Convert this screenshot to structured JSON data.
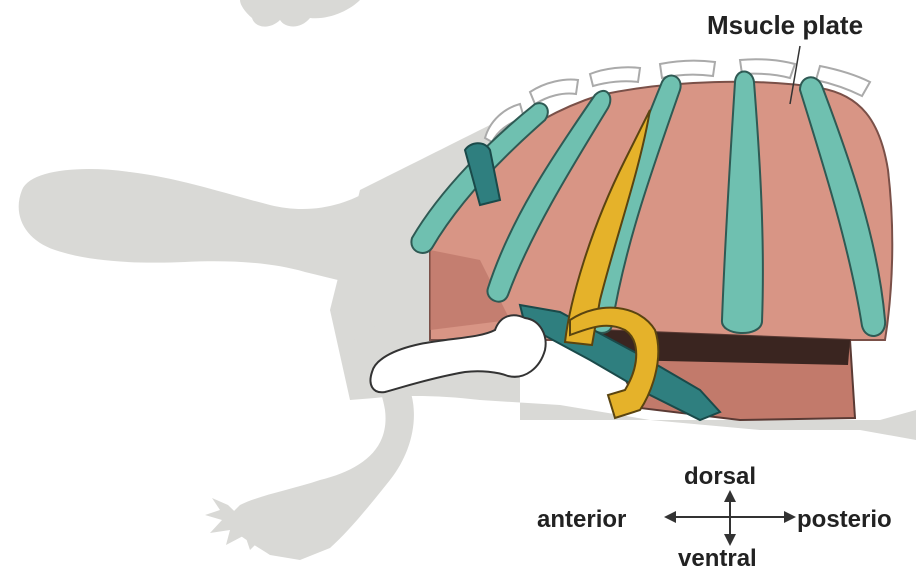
{
  "labels": {
    "muscle_plate": "Msucle plate",
    "dorsal": "dorsal",
    "anterior": "anterior",
    "posterior": "posterio",
    "ventral": "ventral"
  },
  "colors": {
    "silhouette": "#d9d9d6",
    "muscle": "#d89585",
    "muscle_dark": "#b86f63",
    "rib": "#6fc0b0",
    "shoulder_band": "#2f7f7f",
    "scapula_band": "#e5b22a",
    "humerus": "#ffffff",
    "outline": "#333333"
  }
}
